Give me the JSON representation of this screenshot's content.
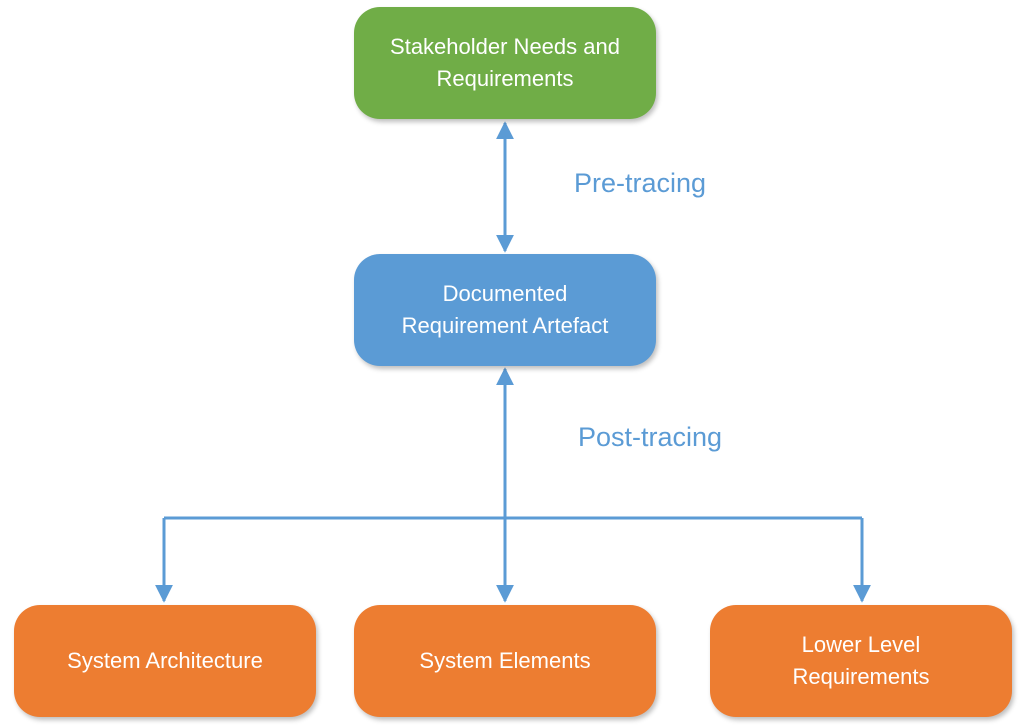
{
  "nodes": {
    "stakeholder": {
      "line1": "Stakeholder Needs and",
      "line2": "Requirements"
    },
    "documented": {
      "line1": "Documented",
      "line2": "Requirement Artefact"
    },
    "architecture": {
      "line1": "System Architecture"
    },
    "elements": {
      "line1": "System Elements"
    },
    "lower": {
      "line1": "Lower Level",
      "line2": "Requirements"
    }
  },
  "edges": {
    "pre_tracing": "Pre-tracing",
    "post_tracing": "Post-tracing"
  },
  "colors": {
    "stakeholder_fill": "#70ad47",
    "documented_fill": "#5b9bd5",
    "downstream_fill": "#ed7d31",
    "connector": "#5b9bd5",
    "label_text": "#5b9bd5"
  }
}
